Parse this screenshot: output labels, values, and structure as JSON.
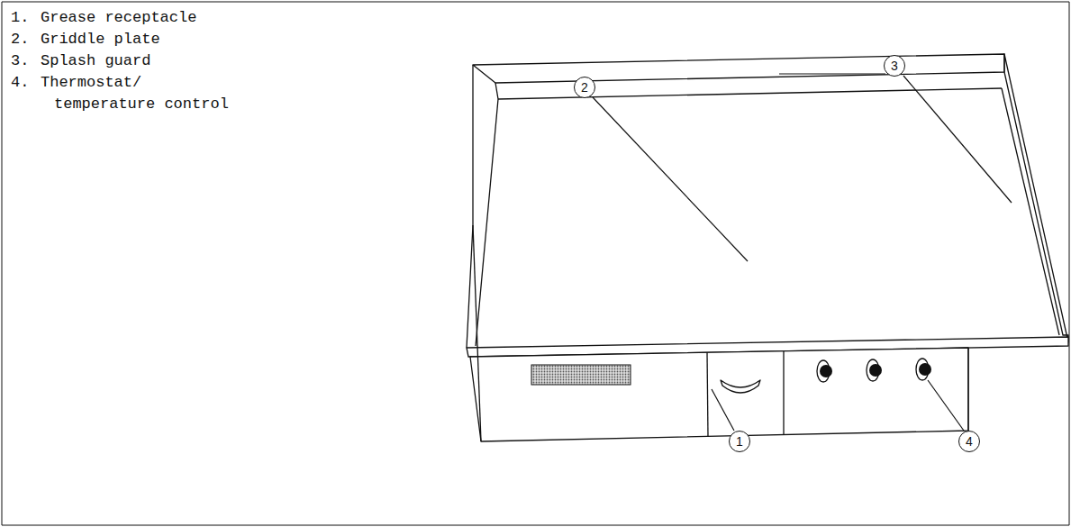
{
  "diagram": {
    "nodes": [
      {
        "text": [
          "3"
        ]
      },
      {
        "text": [
          "2"
        ]
      },
      {
        "text": [
          "1"
        ]
      },
      {
        "text": [
          "4"
        ]
      }
    ],
    "labels": [
      "1.",
      "Grease receptacle",
      "2.",
      "Griddle plate",
      "3.",
      "Splash guard",
      "4.",
      "Thermostat/ temperature control"
    ]
  }
}
